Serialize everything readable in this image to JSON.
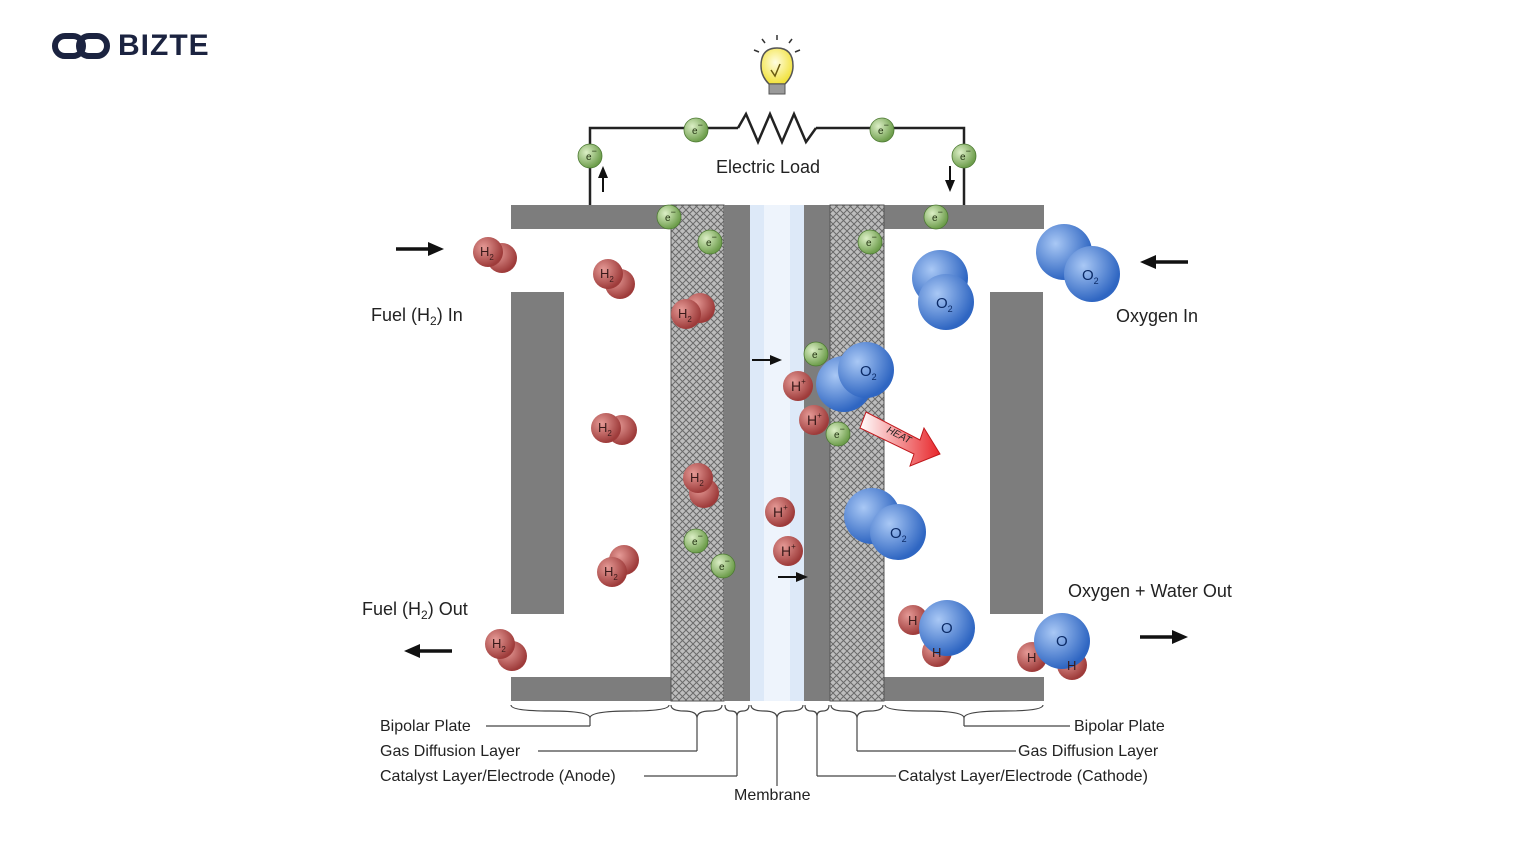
{
  "brand": {
    "text": "BIZTE"
  },
  "labels": {
    "electric_load": "Electric Load",
    "fuel_in": "Fuel (H",
    "fuel_in_end": ") In",
    "fuel_out": "Fuel (H",
    "fuel_out_end": ") Out",
    "oxygen_in": "Oxygen In",
    "oxygen_water_out": "Oxygen + Water Out",
    "bipolar_left": "Bipolar Plate",
    "gdl_left": "Gas Diffusion Layer",
    "catalyst_anode": "Catalyst Layer/Electrode (Anode)",
    "membrane": "Membrane",
    "bipolar_right": "Bipolar Plate",
    "gdl_right": "Gas Diffusion Layer",
    "catalyst_cathode": "Catalyst Layer/Electrode (Cathode)",
    "heat": "HEAT"
  },
  "symbols": {
    "hydrogen": "H",
    "subscript_2": "2",
    "oxygen": "O",
    "electron": "e",
    "electron_charge": "−",
    "proton": "H",
    "proton_charge": "+"
  },
  "colors": {
    "plate": "#7d7d7d",
    "membrane": "#dde9f8",
    "hydrogen": "#b5504e",
    "oxygen": "#4a82d6",
    "electron": "#8fbf6a",
    "heat": "#e8262a",
    "logo": "#1b2340"
  }
}
